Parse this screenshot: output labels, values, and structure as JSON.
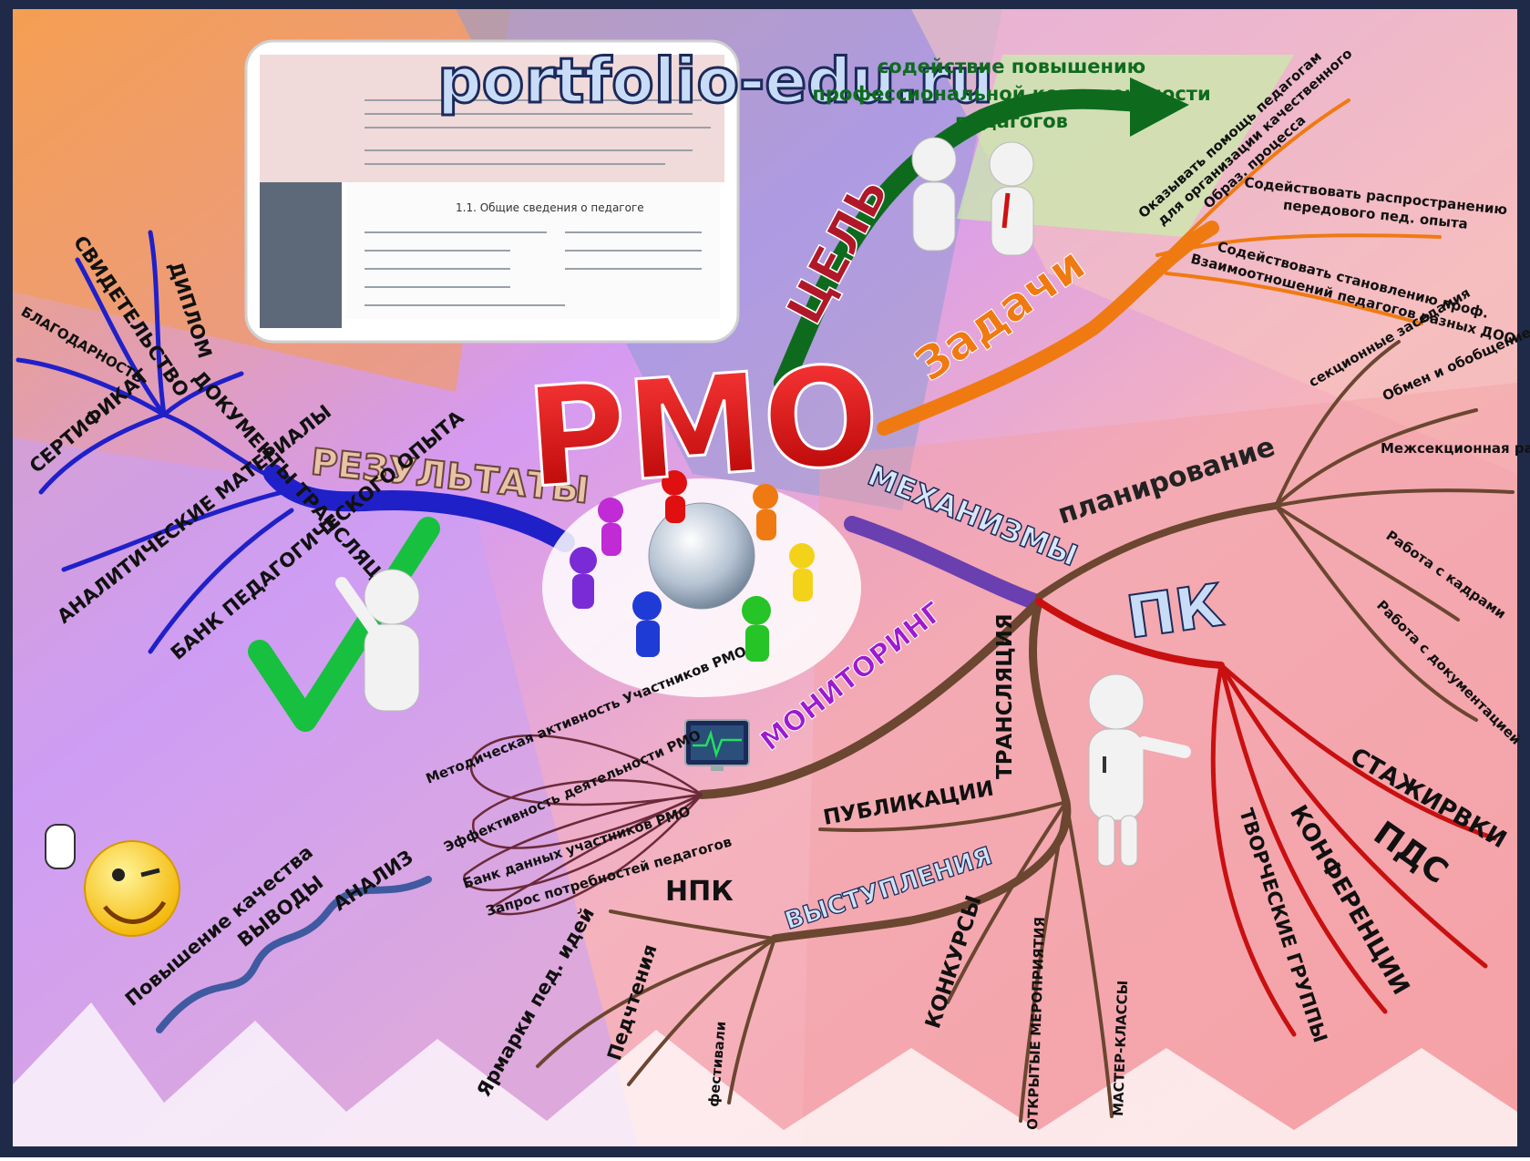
{
  "site": {
    "url": "portfolio-edu.ru"
  },
  "center": {
    "title": "РМО"
  },
  "colors": {
    "frame": "#1f2a48",
    "goal": "#0e6b1e",
    "tasks": "#f07a12",
    "results": "#2020c8",
    "mechanisms": "#6a3fb0",
    "trunk": "#6b4630",
    "pk": "#c81010"
  },
  "goal": {
    "label": "ЦЕЛЬ",
    "text_lines": [
      "содействие повышению",
      "профессиональной компетентности",
      "педагогов"
    ]
  },
  "tasks": {
    "label": "Задачи",
    "items": [
      {
        "lines": [
          "Оказывать помощь педагогам",
          "для организации качественного",
          "Образ. процесса"
        ]
      },
      {
        "lines": [
          "Содействовать распространению",
          "передового пед. опыта"
        ]
      },
      {
        "lines": [
          "Содействовать становлению проф.",
          "Взаимоотношений педагогов разных ДОО"
        ]
      }
    ]
  },
  "results": {
    "label": "РЕЗУЛЬТАТЫ",
    "items": [
      "ДИПЛОМ",
      "СВИДЕТЕЛЬСТВО",
      "БЛАГОДАРНОСТЬ",
      "СЕРТИФИКАТ",
      "ДОКУМЕНТЫ ТРАНСЛЯЦИИ",
      "АНАЛИТИЧЕСКИЕ МАТЕРИАЛЫ",
      "БАНК ПЕДАГОГИЧЕСКОГО ОПЫТА"
    ]
  },
  "mechanisms": {
    "label": "МЕХАНИЗМЫ"
  },
  "planning": {
    "label": "планирование",
    "items": [
      "секционные заседания",
      "Обмен и обобщение пед. опыта",
      "Межсекционная работа",
      "Работа с кадрами",
      "Работа с документацией"
    ]
  },
  "pk": {
    "label": "ПК",
    "items": [
      "СТАЖИРВКИ",
      "ПДС",
      "КОНФЕРЕНЦИИ",
      "ТВОРЧЕСКИЕ ГРУППЫ"
    ]
  },
  "monitoring": {
    "label": "МОНИТОРИНГ",
    "items": [
      "Методическая активность Участников РМО",
      "Эффективность деятельности РМО",
      "Банк данных участников РМО",
      "Запрос потребностей педагогов"
    ]
  },
  "analysis": {
    "items": [
      "АНАЛИЗ",
      "ВЫВОДЫ",
      "Повышение качества"
    ]
  },
  "translation": {
    "label": "ТРАНСЛЯЦИЯ",
    "items": [
      "ПУБЛИКАЦИИ",
      "КОНКУРСЫ",
      "ОТКРЫТЫЕ МЕРОПРИЯТИЯ",
      "МАСТЕР-КЛАССЫ"
    ]
  },
  "speeches": {
    "label": "ВЫСТУПЛЕНИЯ",
    "items": [
      "НПК",
      "Ярмарки пед. идей",
      "Педчтения",
      "фестивали"
    ]
  },
  "document_preview": {
    "heading": "1.1. Общие сведения о педагоге"
  }
}
